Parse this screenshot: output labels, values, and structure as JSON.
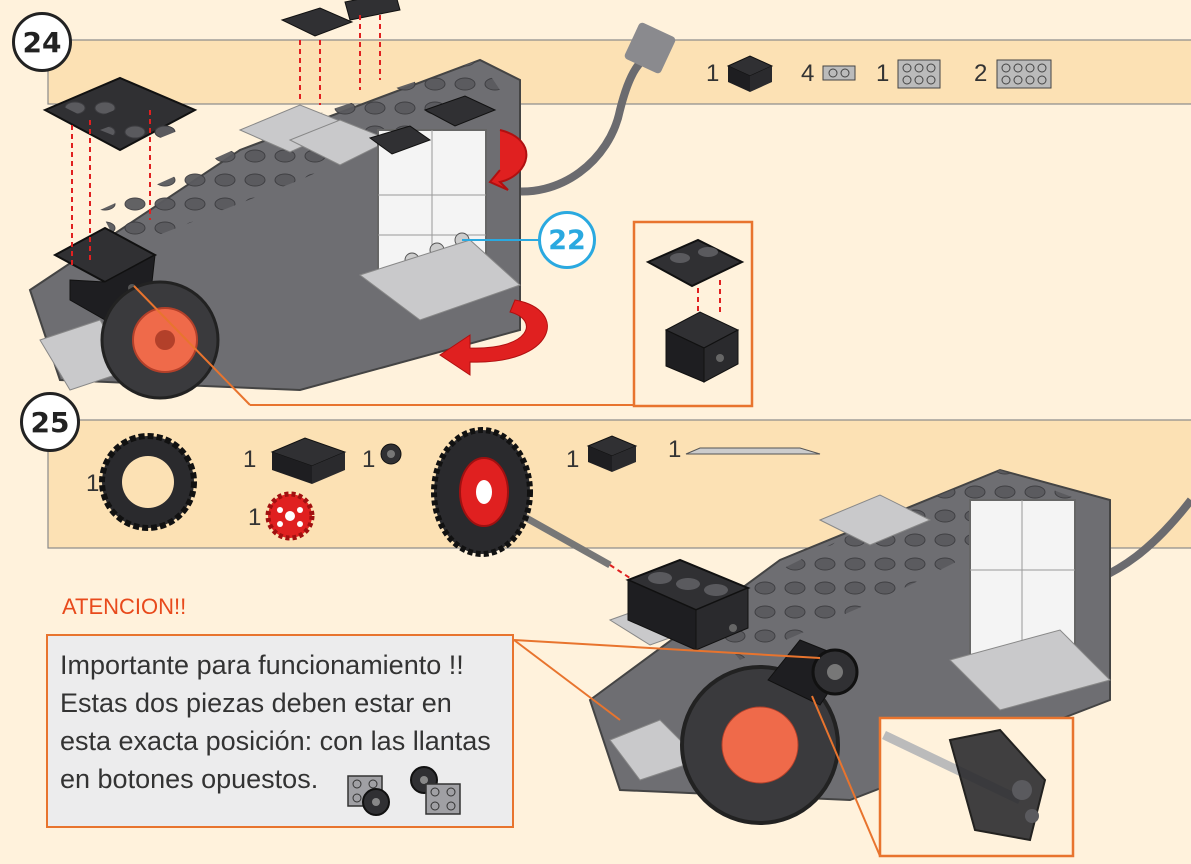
{
  "steps": [
    {
      "number": "24",
      "callout": "22",
      "parts": [
        {
          "count": "1",
          "part": "brick-1x2-dark-with-hole"
        },
        {
          "count": "4",
          "part": "plate-1x2-gray"
        },
        {
          "count": "1",
          "part": "plate-2x3-gray"
        },
        {
          "count": "2",
          "part": "plate-2x4-gray"
        }
      ]
    },
    {
      "number": "25",
      "parts": [
        {
          "count": "1",
          "part": "tire-black"
        },
        {
          "count": "1",
          "part": "brick-2x4-dark-with-holes"
        },
        {
          "count": "1",
          "part": "bushing-dark"
        },
        {
          "count": "1",
          "part": "gear-red"
        },
        {
          "count": "1",
          "part": "brick-1x2-dark"
        },
        {
          "count": "1",
          "part": "axle-long-gray"
        }
      ]
    }
  ],
  "warning": {
    "title": "ATENCION!!",
    "lines": [
      "Importante  para funcionamiento !!",
      "Estas dos piezas deben estar en",
      "esta exacta posición: con las llantas",
      " en botones opuestos."
    ]
  },
  "colors": {
    "background": "#fff2dc",
    "band": "#fce1b4",
    "accent_orange": "#e8742e",
    "arrow_red": "#e02020",
    "callout_blue": "#2aa9e0",
    "brick_gray": "#6e6e72",
    "brick_dark": "#303033",
    "brick_light": "#c9c9cb"
  }
}
